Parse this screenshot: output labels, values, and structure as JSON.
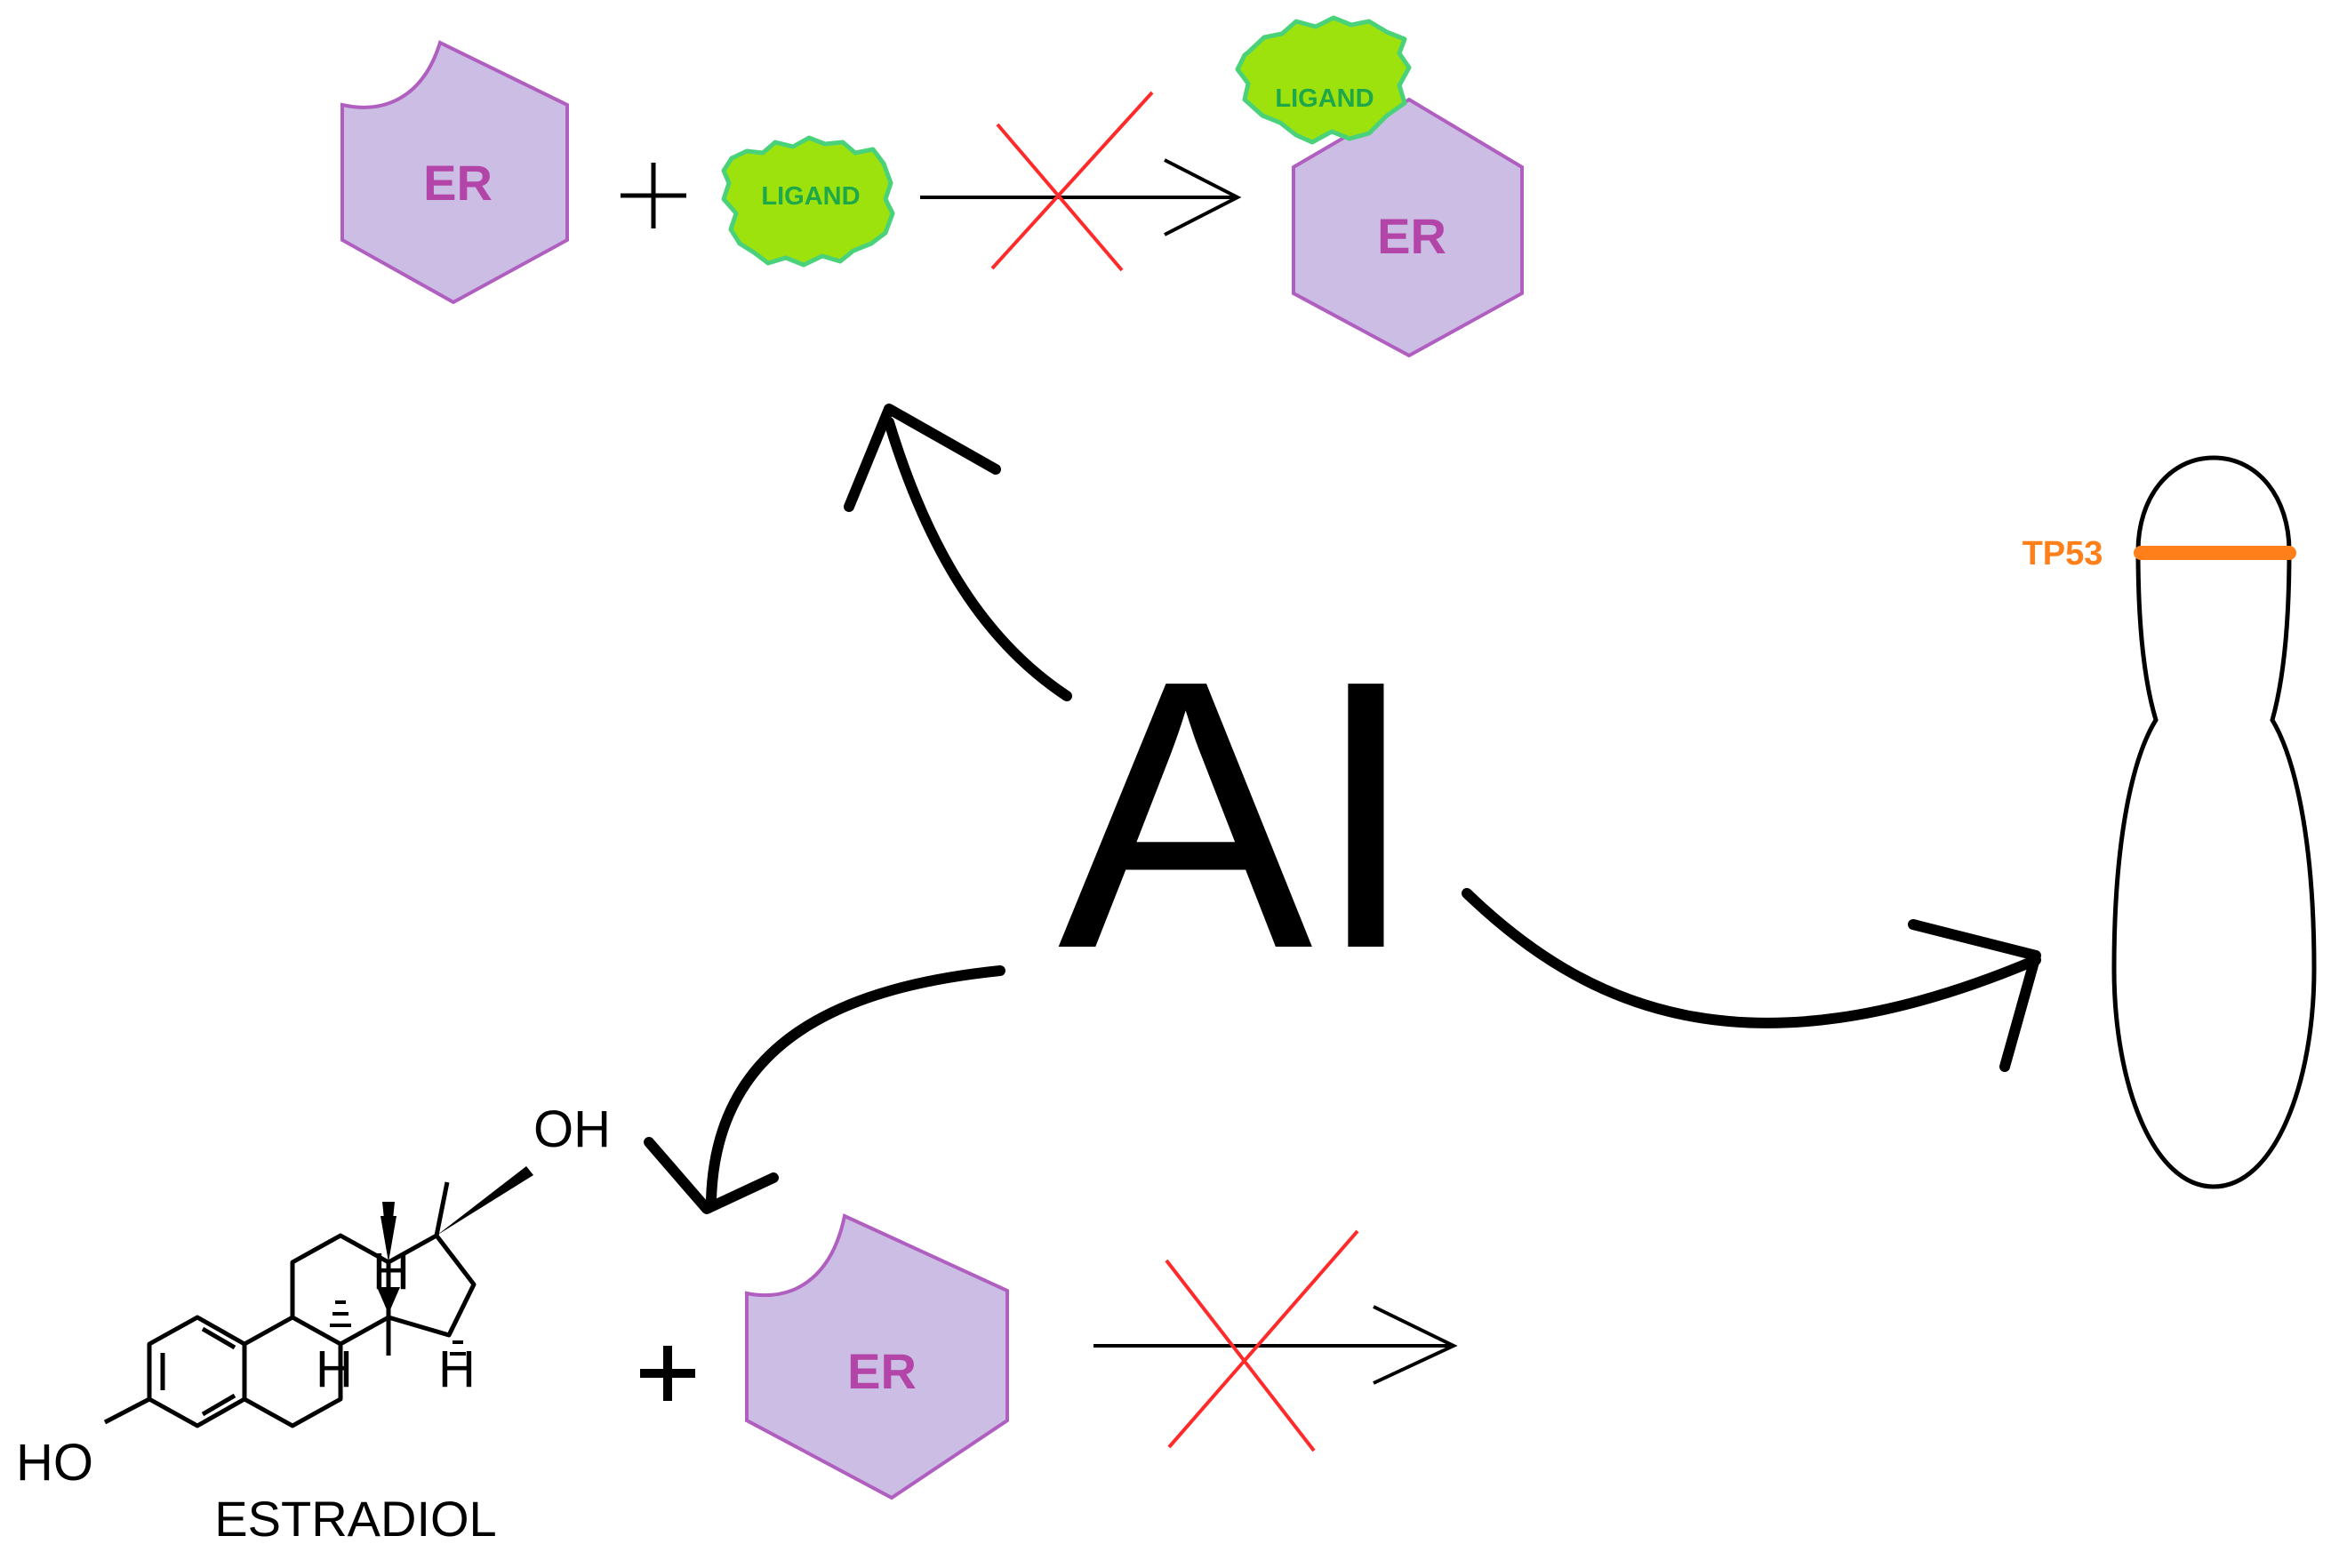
{
  "center": {
    "label": "AI"
  },
  "top_reaction": {
    "receptor_label": "ER",
    "plus": "+",
    "ligand_label": "LIGAND",
    "product_ligand_label": "LIGAND",
    "product_receptor_label": "ER"
  },
  "bottom_reaction": {
    "molecule_name": "ESTRADIOL",
    "atom_oh_top": "OH",
    "atom_ho": "HO",
    "atom_h": "H",
    "plus": "+",
    "receptor_label": "ER"
  },
  "chromosome": {
    "gene_label": "TP53"
  },
  "colors": {
    "receptor_fill": "#cbbde3",
    "receptor_stroke": "#b05fc0",
    "receptor_text": "#b445a8",
    "ligand_fill": "#9de20c",
    "ligand_outline": "#4ad27a",
    "ligand_text": "#1ea84a",
    "block_cross": "#ff2a2a",
    "gene_band": "#ff7f1a"
  }
}
